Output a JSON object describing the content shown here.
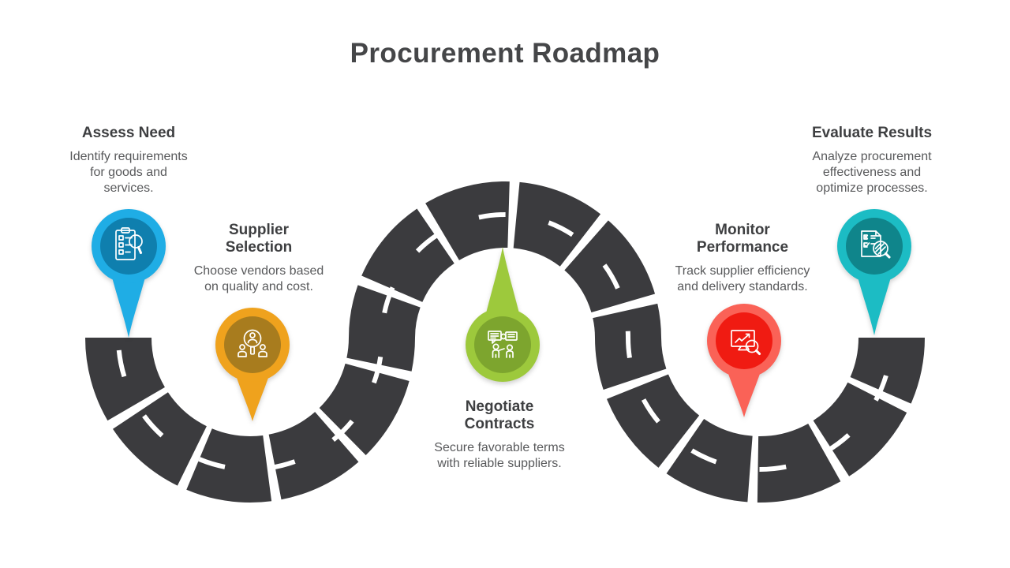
{
  "title": "Procurement Roadmap",
  "road": {
    "color": "#3b3b3e",
    "lane_marking_color": "#ffffff"
  },
  "steps": [
    {
      "title": "Assess Need",
      "description": "Identify requirements for goods and services.",
      "icon": "clipboard-checklist-magnifier",
      "pin": {
        "outer": "#1fade5",
        "inner": "#0f7fae"
      }
    },
    {
      "title": "Supplier Selection",
      "description": "Choose vendors based on quality and cost.",
      "icon": "people-search-magnifier",
      "pin": {
        "outer": "#efa21d",
        "inner": "#a87c1e"
      }
    },
    {
      "title": "Negotiate Contracts",
      "description": "Secure favorable terms with reliable suppliers.",
      "icon": "two-people-discussion-bubbles",
      "pin": {
        "outer": "#9dc93c",
        "inner": "#7da52e"
      }
    },
    {
      "title": "Monitor Performance",
      "description": "Track supplier efficiency and delivery standards.",
      "icon": "monitor-growth-chart-magnifier",
      "pin": {
        "outer": "#fa6257",
        "inner": "#f01b12"
      }
    },
    {
      "title": "Evaluate Results",
      "description": "Analyze procurement effectiveness and optimize processes.",
      "icon": "document-check-magnifier",
      "pin": {
        "outer": "#1cbcc4",
        "inner": "#0f858b"
      }
    }
  ]
}
